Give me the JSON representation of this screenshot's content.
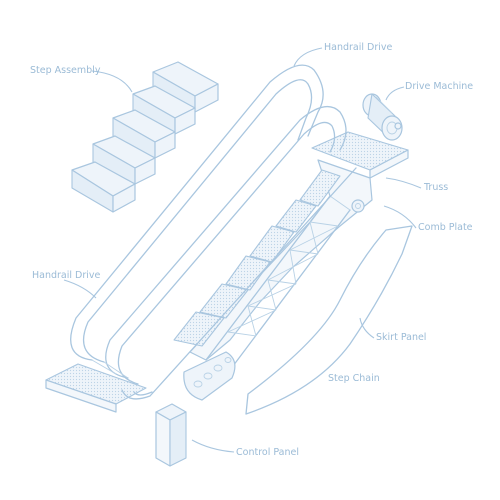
{
  "labels": {
    "step_assembly": "Step Assembly",
    "handrail_drive_top": "Handrail Drive",
    "drive_machine": "Drive Machine",
    "truss": "Truss",
    "comb_plate": "Comb Plate",
    "handrail_drive_left": "Handrail Drive",
    "skirt_panel": "Skirt Panel",
    "step_chain": "Step Chain",
    "control_panel": "Control Panel"
  },
  "colors": {
    "line": "#a9c6df",
    "label": "#9bbbd6",
    "fill": "#eef4fa"
  }
}
